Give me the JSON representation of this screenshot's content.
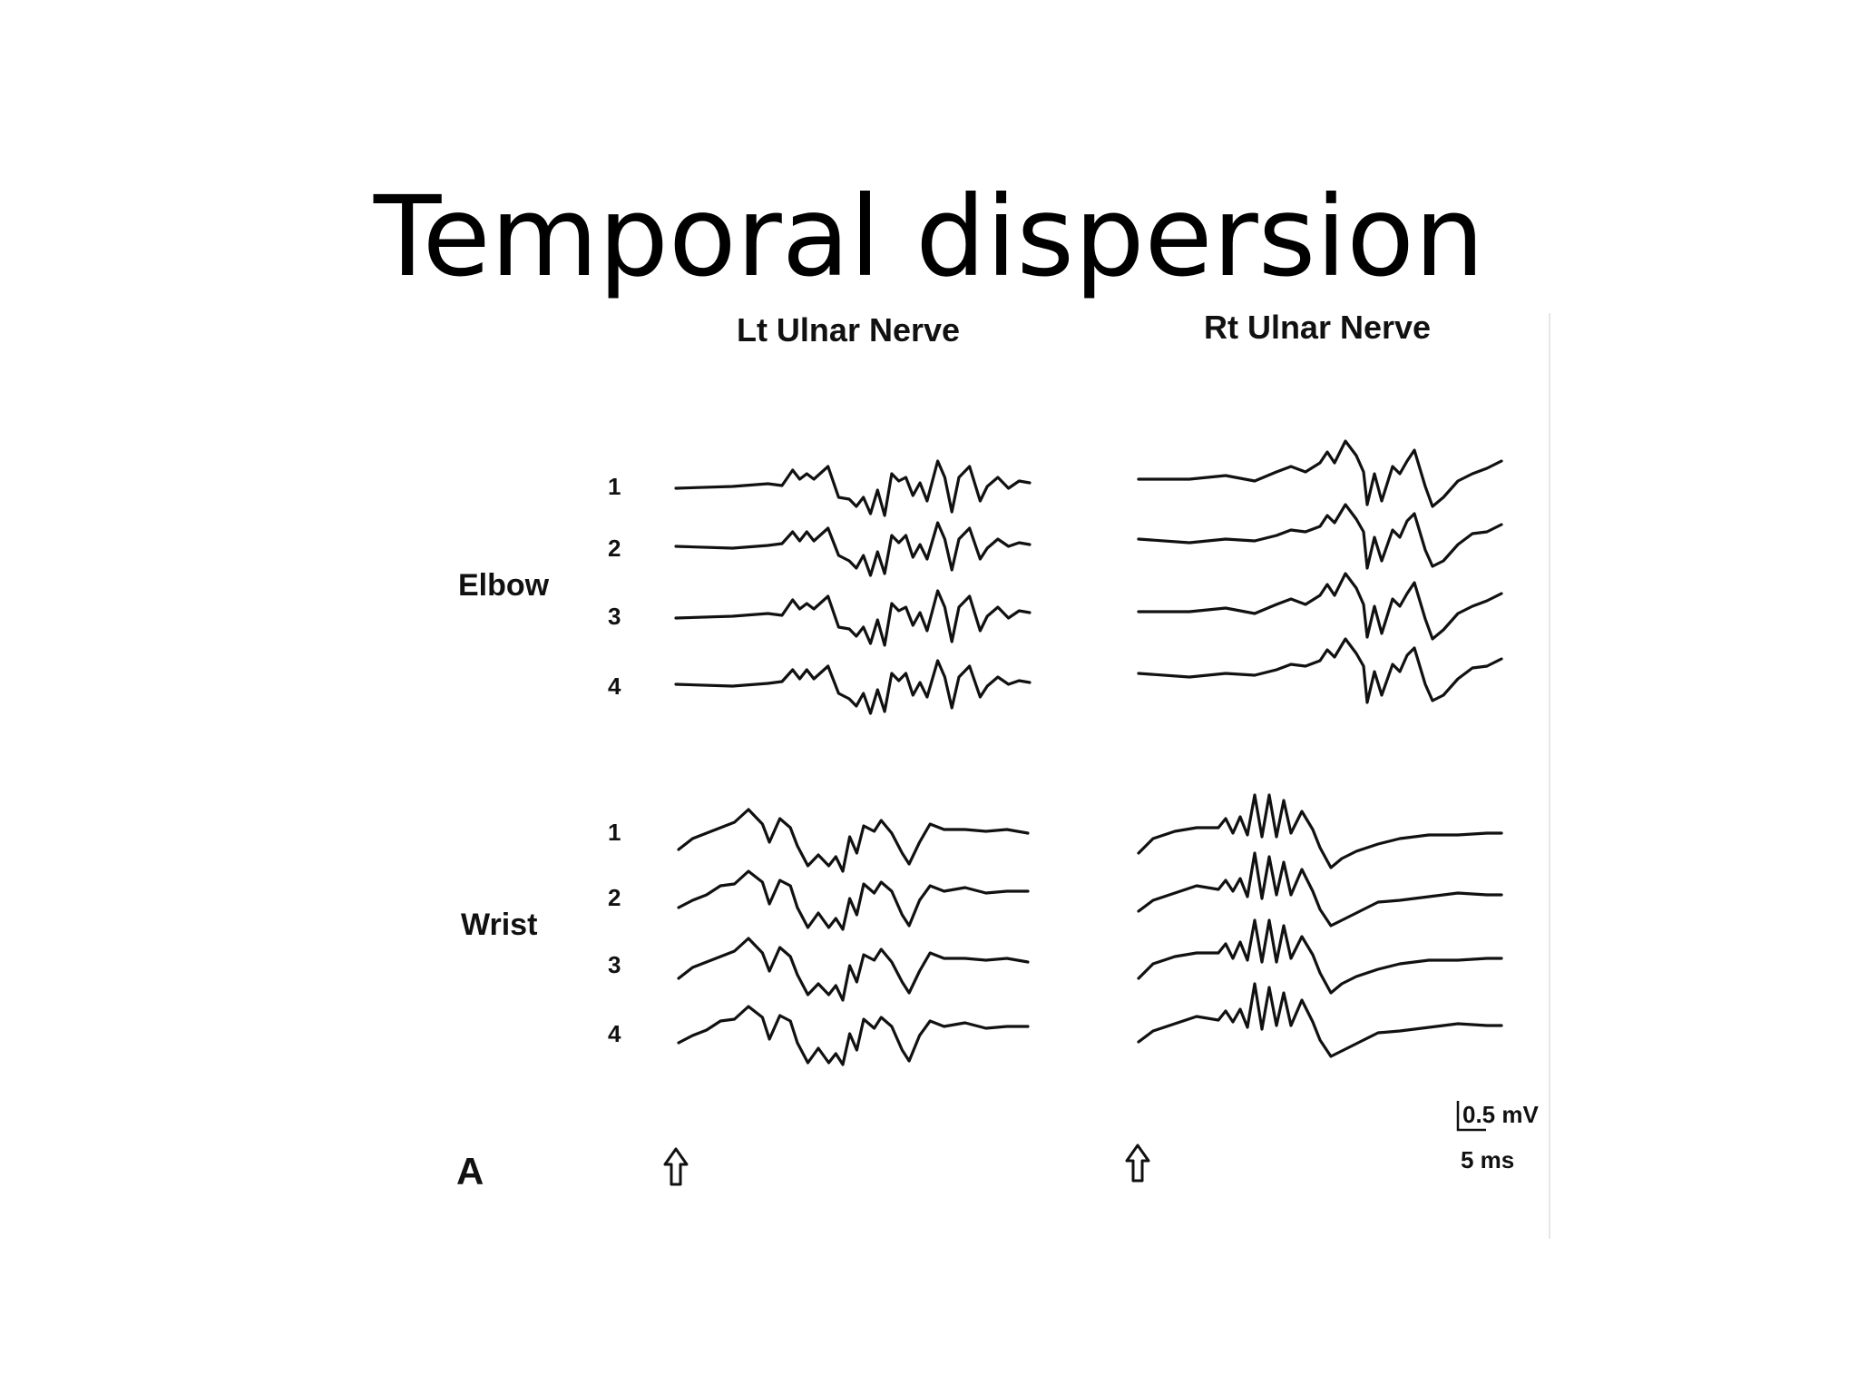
{
  "slide": {
    "title": "Temporal dispersion"
  },
  "figure": {
    "panel_letter": "A",
    "columns": [
      {
        "key": "left",
        "label": "Lt Ulnar Nerve"
      },
      {
        "key": "right",
        "label": "Rt Ulnar Nerve"
      }
    ],
    "groups": [
      {
        "key": "elbow",
        "label": "Elbow",
        "trace_numbers": [
          "1",
          "2",
          "3",
          "4"
        ]
      },
      {
        "key": "wrist",
        "label": "Wrist",
        "trace_numbers": [
          "1",
          "2",
          "3",
          "4"
        ]
      }
    ],
    "scale_bar": {
      "amplitude": "0.5 mV",
      "time": "5 ms"
    },
    "stimulus_marker": "up-arrow-icon"
  }
}
